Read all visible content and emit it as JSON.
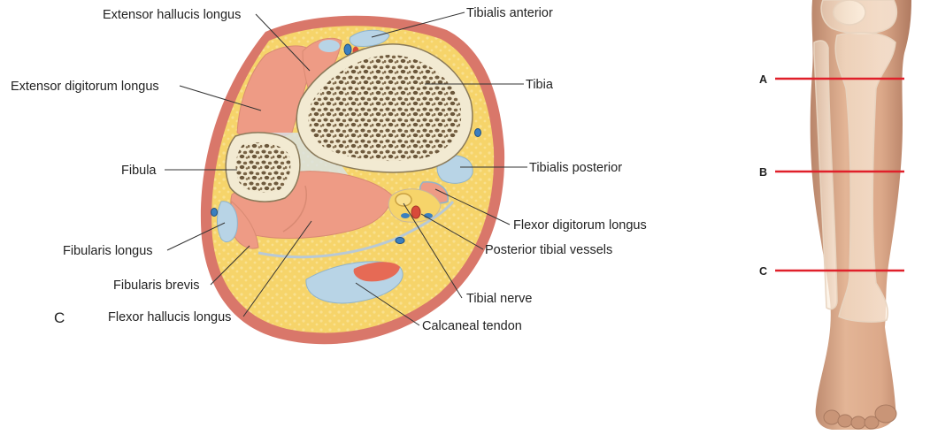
{
  "panel_label": "C",
  "labels": {
    "extensor_hallucis_longus": "Extensor hallucis longus",
    "extensor_digitorum_longus": "Extensor digitorum longus",
    "fibula": "Fibula",
    "fibularis_longus": "Fibularis longus",
    "fibularis_brevis": "Fibularis brevis",
    "flexor_hallucis_longus": "Flexor hallucis longus",
    "tibialis_anterior": "Tibialis anterior",
    "tibia": "Tibia",
    "tibialis_posterior": "Tibialis posterior",
    "flexor_digitorum_longus": "Flexor digitorum longus",
    "posterior_tibial_vessels": "Posterior tibial vessels",
    "tibial_nerve": "Tibial nerve",
    "calcaneal_tendon": "Calcaneal tendon"
  },
  "levels": [
    "A",
    "B",
    "C"
  ],
  "colors": {
    "skin": "#d9776a",
    "fat": "#f6d46a",
    "muscle": "#ee9b85",
    "tendon": "#b8d4e6",
    "bone_outer": "#f2ead2",
    "bone_pore": "#6e5a3e",
    "vessel_red": "#d84a3a",
    "vessel_blue": "#3b7fbf",
    "level_line": "#e0202a",
    "leg_skin": "#d9aa8a"
  }
}
